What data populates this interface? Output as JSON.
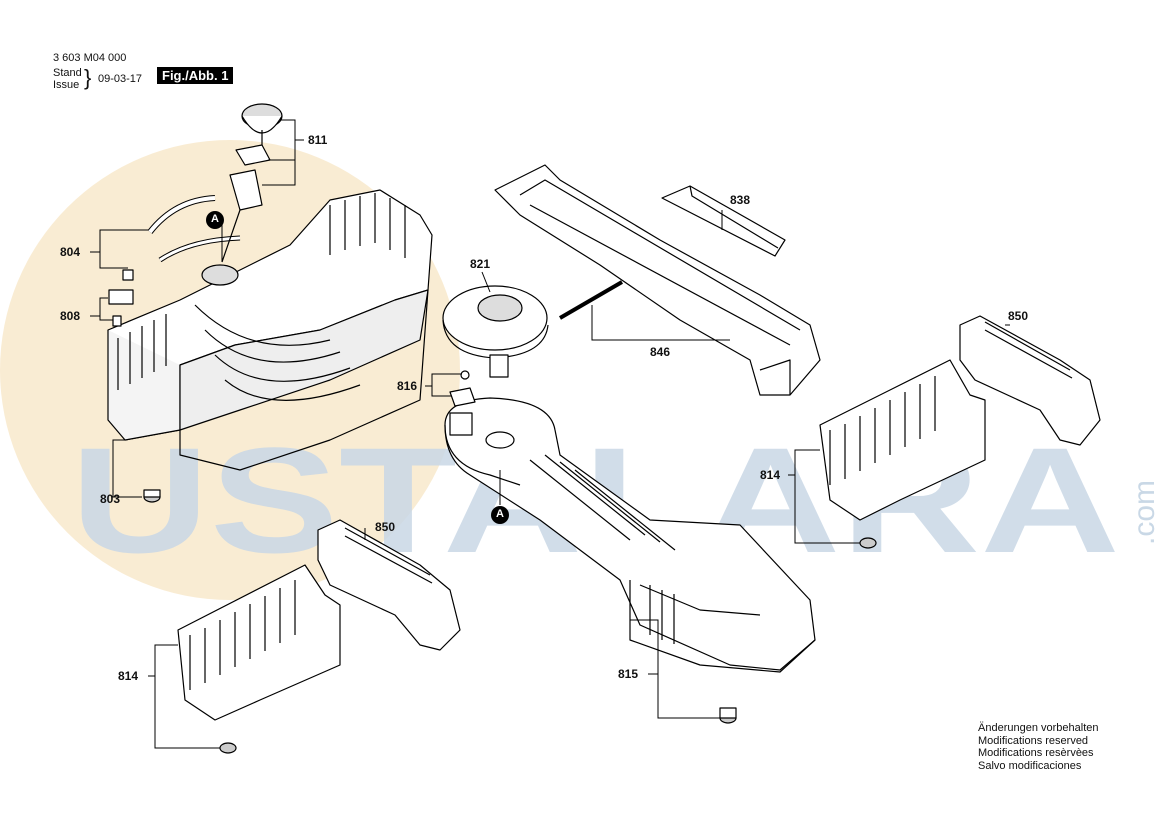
{
  "header": {
    "doc_number": "3 603 M04 000",
    "stand_label": "Stand",
    "issue_label": "Issue",
    "date": "09-03-17",
    "figure": "Fig./Abb. 1"
  },
  "watermark": {
    "text": "USTALARA",
    "suffix": ".com",
    "color": "#c9d8e6",
    "orange": "#f3d8a4"
  },
  "parts": {
    "p811": "811",
    "p804": "804",
    "p808": "808",
    "p803": "803",
    "p821": "821",
    "p816": "816",
    "p838": "838",
    "p846": "846",
    "p850_right": "850",
    "p814_right": "814",
    "p850_left": "850",
    "p814_left": "814",
    "p815": "815",
    "marker_a_top": "A",
    "marker_a_bottom": "A"
  },
  "notes": [
    "Änderungen vorbehalten",
    "Modifications reserved",
    "Modifications resèrvèes",
    "Salvo modificaciones"
  ]
}
